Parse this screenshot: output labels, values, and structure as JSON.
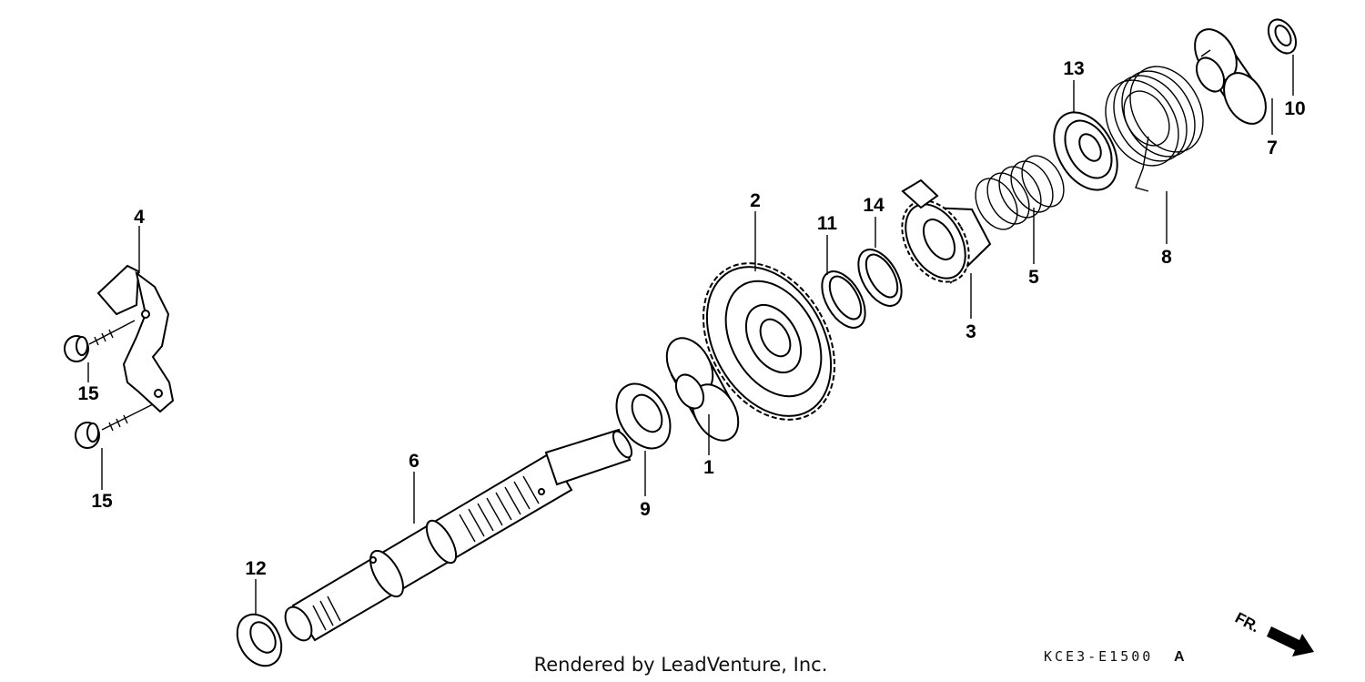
{
  "diagram": {
    "part_callouts": [
      "1",
      "2",
      "3",
      "4",
      "5",
      "6",
      "7",
      "8",
      "9",
      "10",
      "11",
      "12",
      "13",
      "14",
      "15",
      "15"
    ],
    "front_indicator": "FR.",
    "footer_credit": "Rendered by LeadVenture, Inc.",
    "diagram_code": "KCE3-E1500",
    "diagram_code_suffix": "A"
  }
}
